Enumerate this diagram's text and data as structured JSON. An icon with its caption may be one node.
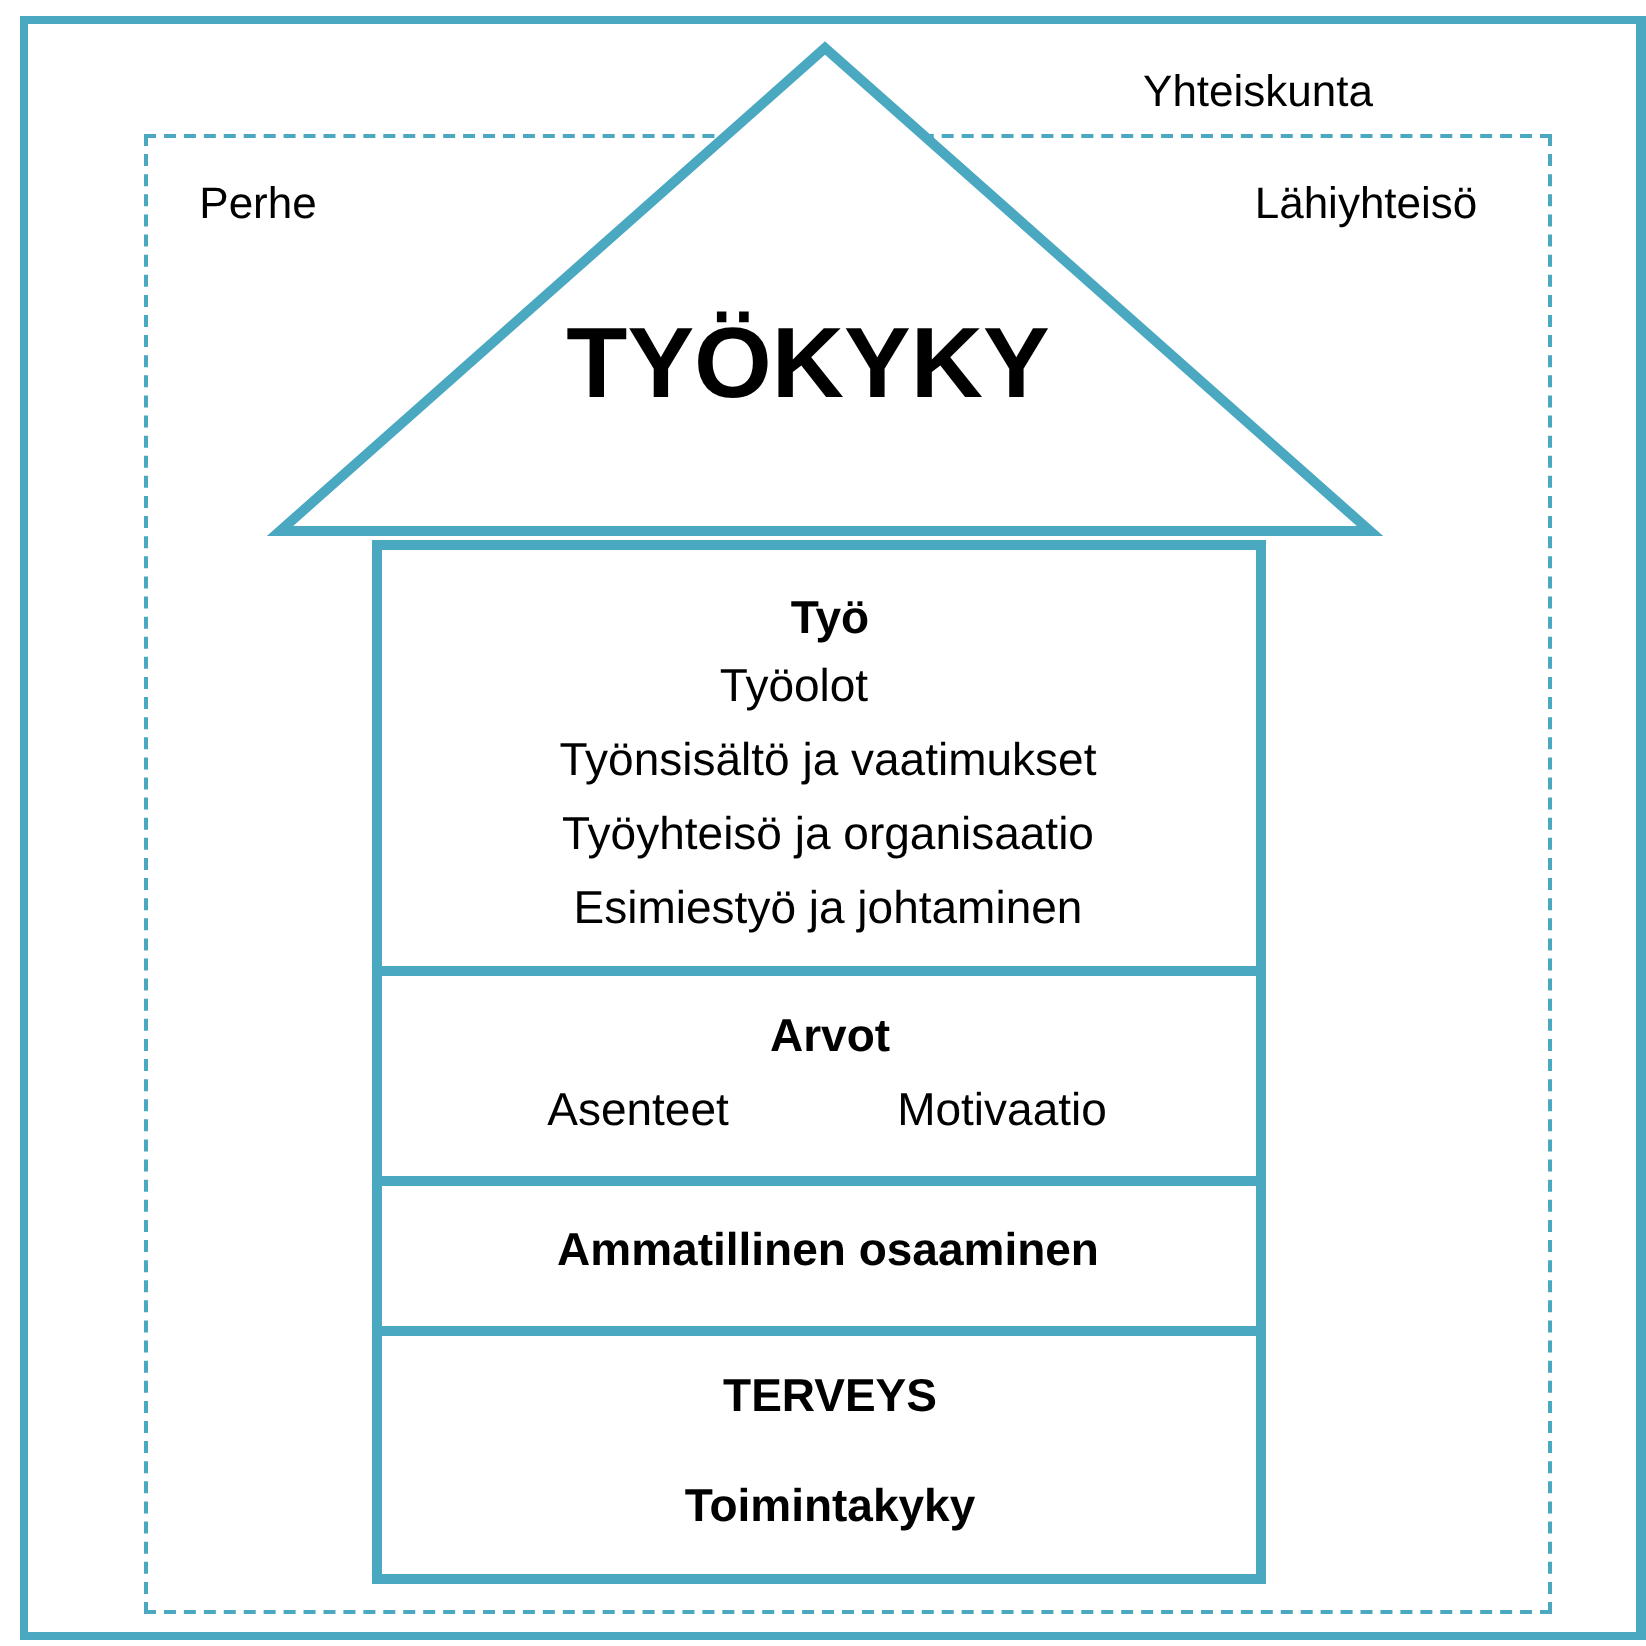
{
  "diagram": {
    "nodes": [
      {
        "text": [
          "Yhteiskunta"
        ]
      },
      {
        "text": [
          "Perhe",
          "Lähiyhteisö"
        ],
        "in": 0
      },
      {
        "text": [
          "TYÖKYKY"
        ],
        "in": 0
      },
      {
        "text": [
          "Työ",
          "Työolot",
          "Työnsisältö ja vaatimukset",
          "Työyhteisö ja organisaatio",
          "Esimiestyö ja johtaminen"
        ],
        "in": 1
      },
      {
        "text": [
          "Arvot",
          "Asenteet",
          "Motivaatio"
        ],
        "in": 1
      },
      {
        "text": [
          "Ammatillinen osaaminen"
        ],
        "in": 1
      },
      {
        "text": [
          "TERVEYS",
          "Toimintakyky"
        ],
        "in": 1
      }
    ]
  }
}
